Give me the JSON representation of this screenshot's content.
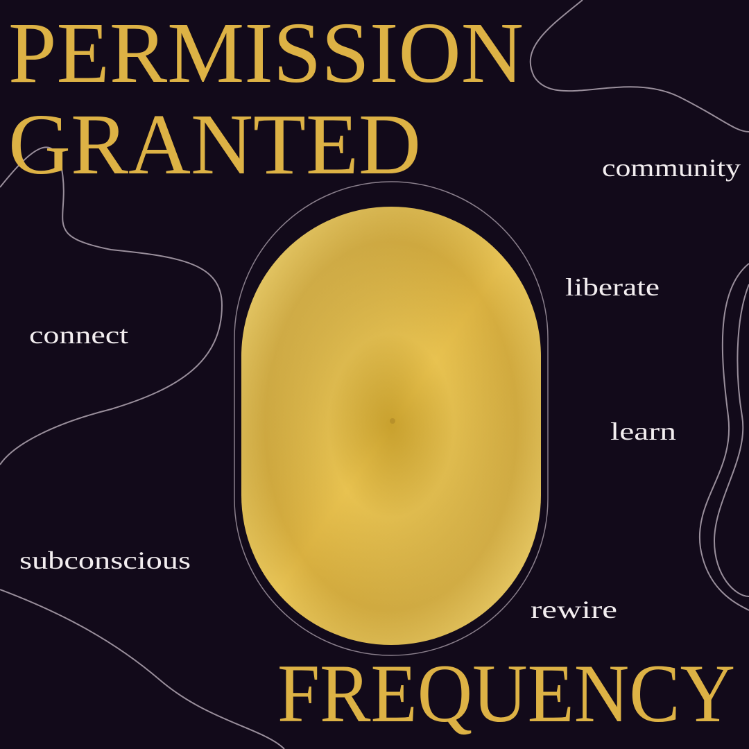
{
  "title": {
    "line1": "PERMISSION",
    "line2": "GRANTED"
  },
  "subtitle": "FREQUENCY",
  "words": [
    "community",
    "liberate",
    "connect",
    "learn",
    "subconscious",
    "rewire"
  ],
  "colors": {
    "background": "#120a1a",
    "gold": "#ddb245",
    "line": "#9a8f9c",
    "text": "#f3eef0"
  }
}
